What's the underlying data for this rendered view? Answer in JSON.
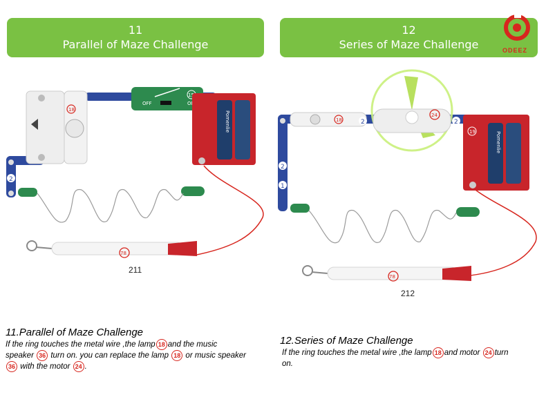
{
  "banners": {
    "left": {
      "number": "11",
      "title": "Parallel of Maze Challenge"
    },
    "right": {
      "number": "12",
      "title": "Series of Maze  Challenge"
    }
  },
  "logo": {
    "text": "ODEEZ",
    "color": "#d7261e"
  },
  "figures": {
    "left_number": "211",
    "right_number": "212"
  },
  "circuit_labels": {
    "switch_off": "OFF",
    "switch_on": "ON",
    "switch_id": "15",
    "lamp_id": "18",
    "motor_id": "24",
    "rod_id": "78",
    "battery_id": "19",
    "battery_brand": "Pomenlie",
    "wire_2": "2",
    "wire_1": "1"
  },
  "captions": {
    "left": {
      "title": "11.Parallel of Maze Challenge",
      "line1_a": "If the ring touches the metal wire ,the lamp",
      "line1_b": "and the music",
      "line2_a": "speaker",
      "line2_b": "turn on. you can replace the lamp",
      "line2_c": "or music speaker",
      "line3_a": "with the motor",
      "line3_b": ".",
      "badge_lamp": "18",
      "badge_speaker": "36",
      "badge_motor": "24"
    },
    "right": {
      "title": "12.Series of Maze Challenge",
      "line1_a": "If the ring touches the metal wire ,the lamp",
      "line1_b": "and motor",
      "line1_c": "turn",
      "line2": "on.",
      "badge_lamp": "18",
      "badge_motor": "24"
    }
  },
  "colors": {
    "banner_green": "#7ac143",
    "wire_blue": "#2e4a9e",
    "battery_red": "#c8252b",
    "switch_green": "#2d8a4e",
    "accent_red": "#d7261e",
    "fan_green": "#c9f07a"
  }
}
